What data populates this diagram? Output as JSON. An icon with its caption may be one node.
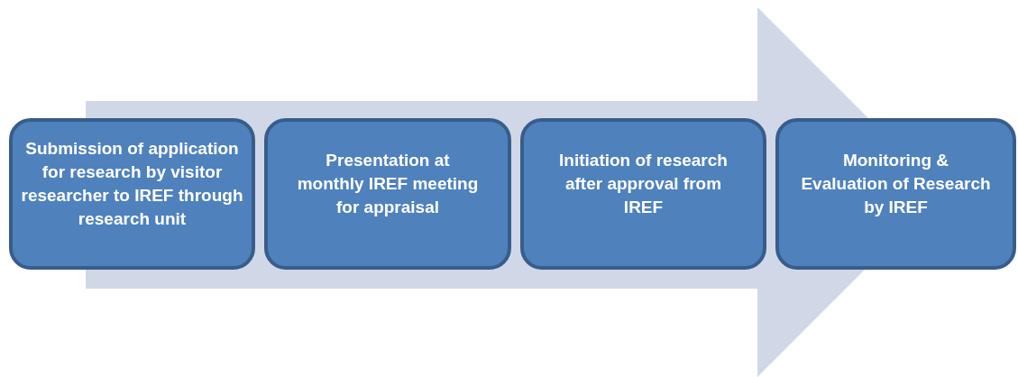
{
  "diagram": {
    "nodes": [
      {
        "text": [
          "Submission of application for research by visitor researcher to IREF through research unit"
        ]
      },
      {
        "text": [
          "Presentation at monthly IREF meeting for appraisal"
        ]
      },
      {
        "text": [
          "Initiation of research after approval from IREF"
        ]
      },
      {
        "text": [
          "Monitoring & Evaluation of Research by IREF"
        ]
      }
    ],
    "edges": [
      {
        "from": 0,
        "to": 3,
        "arrow": "to"
      }
    ]
  }
}
